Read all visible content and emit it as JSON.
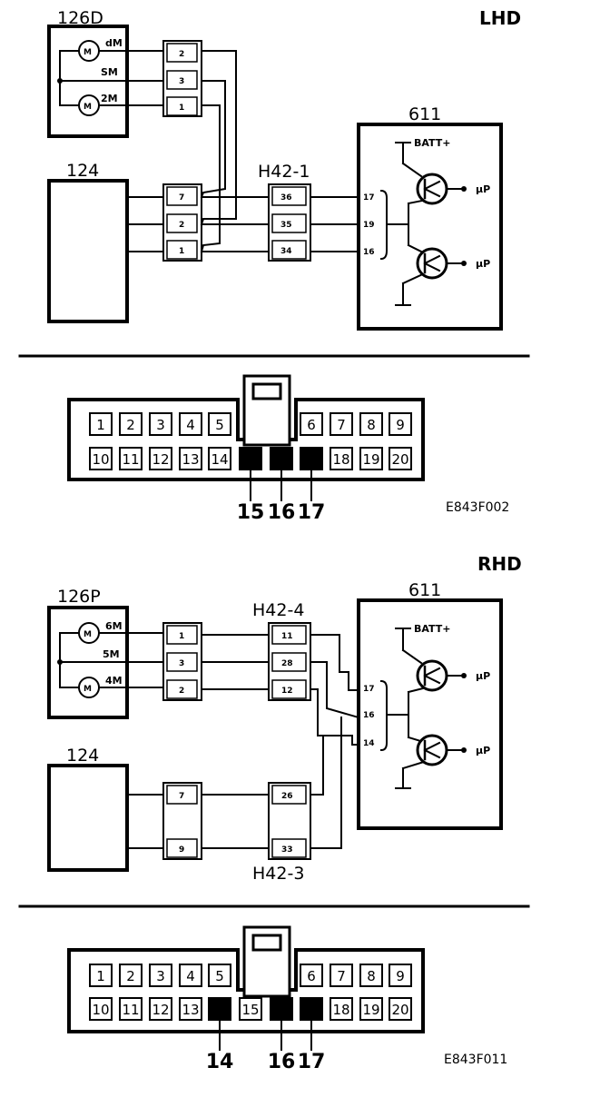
{
  "lhd": {
    "title": "LHD",
    "ref": "E843F002",
    "blocks": {
      "motor_unit": "126D",
      "ecu": "124",
      "module": "611",
      "connector": "H42-1"
    },
    "motor_labels": [
      "dM",
      "SM",
      "2M"
    ],
    "motor_icon_label": "M",
    "motor_unit_pins": [
      "2",
      "3",
      "1"
    ],
    "ecu_pins": [
      "7",
      "2",
      "1"
    ],
    "h42_pins": [
      "36",
      "35",
      "34"
    ],
    "module_pins": [
      "17",
      "19",
      "16"
    ],
    "batt": "BATT+",
    "out_label": "μP",
    "pin_grid": {
      "top": [
        "1",
        "2",
        "3",
        "4",
        "5",
        "6",
        "7",
        "8",
        "9"
      ],
      "bottom": [
        "10",
        "11",
        "12",
        "13",
        "14",
        "15",
        "16",
        "17",
        "18",
        "19",
        "20"
      ],
      "filled": [
        "15",
        "16",
        "17"
      ],
      "callouts": [
        "15",
        "16",
        "17"
      ]
    }
  },
  "rhd": {
    "title": "RHD",
    "ref": "E843F011",
    "blocks": {
      "motor_unit": "126P",
      "ecu": "124",
      "module": "611",
      "connector_top": "H42-4",
      "connector_bottom": "H42-3"
    },
    "motor_labels": [
      "6M",
      "5M",
      "4M"
    ],
    "motor_icon_label": "M",
    "motor_unit_pins": [
      "1",
      "3",
      "2"
    ],
    "h42_4_pins": [
      "11",
      "28",
      "12"
    ],
    "ecu_pins": [
      "7",
      "9"
    ],
    "h42_3_pins": [
      "26",
      "33"
    ],
    "module_pins": [
      "17",
      "16",
      "14"
    ],
    "batt": "BATT+",
    "out_label": "μP",
    "pin_grid": {
      "top": [
        "1",
        "2",
        "3",
        "4",
        "5",
        "6",
        "7",
        "8",
        "9"
      ],
      "bottom": [
        "10",
        "11",
        "12",
        "13",
        "14",
        "15",
        "16",
        "17",
        "18",
        "19",
        "20"
      ],
      "filled": [
        "14",
        "16",
        "17"
      ],
      "callouts": [
        "14",
        "16",
        "17"
      ]
    }
  }
}
